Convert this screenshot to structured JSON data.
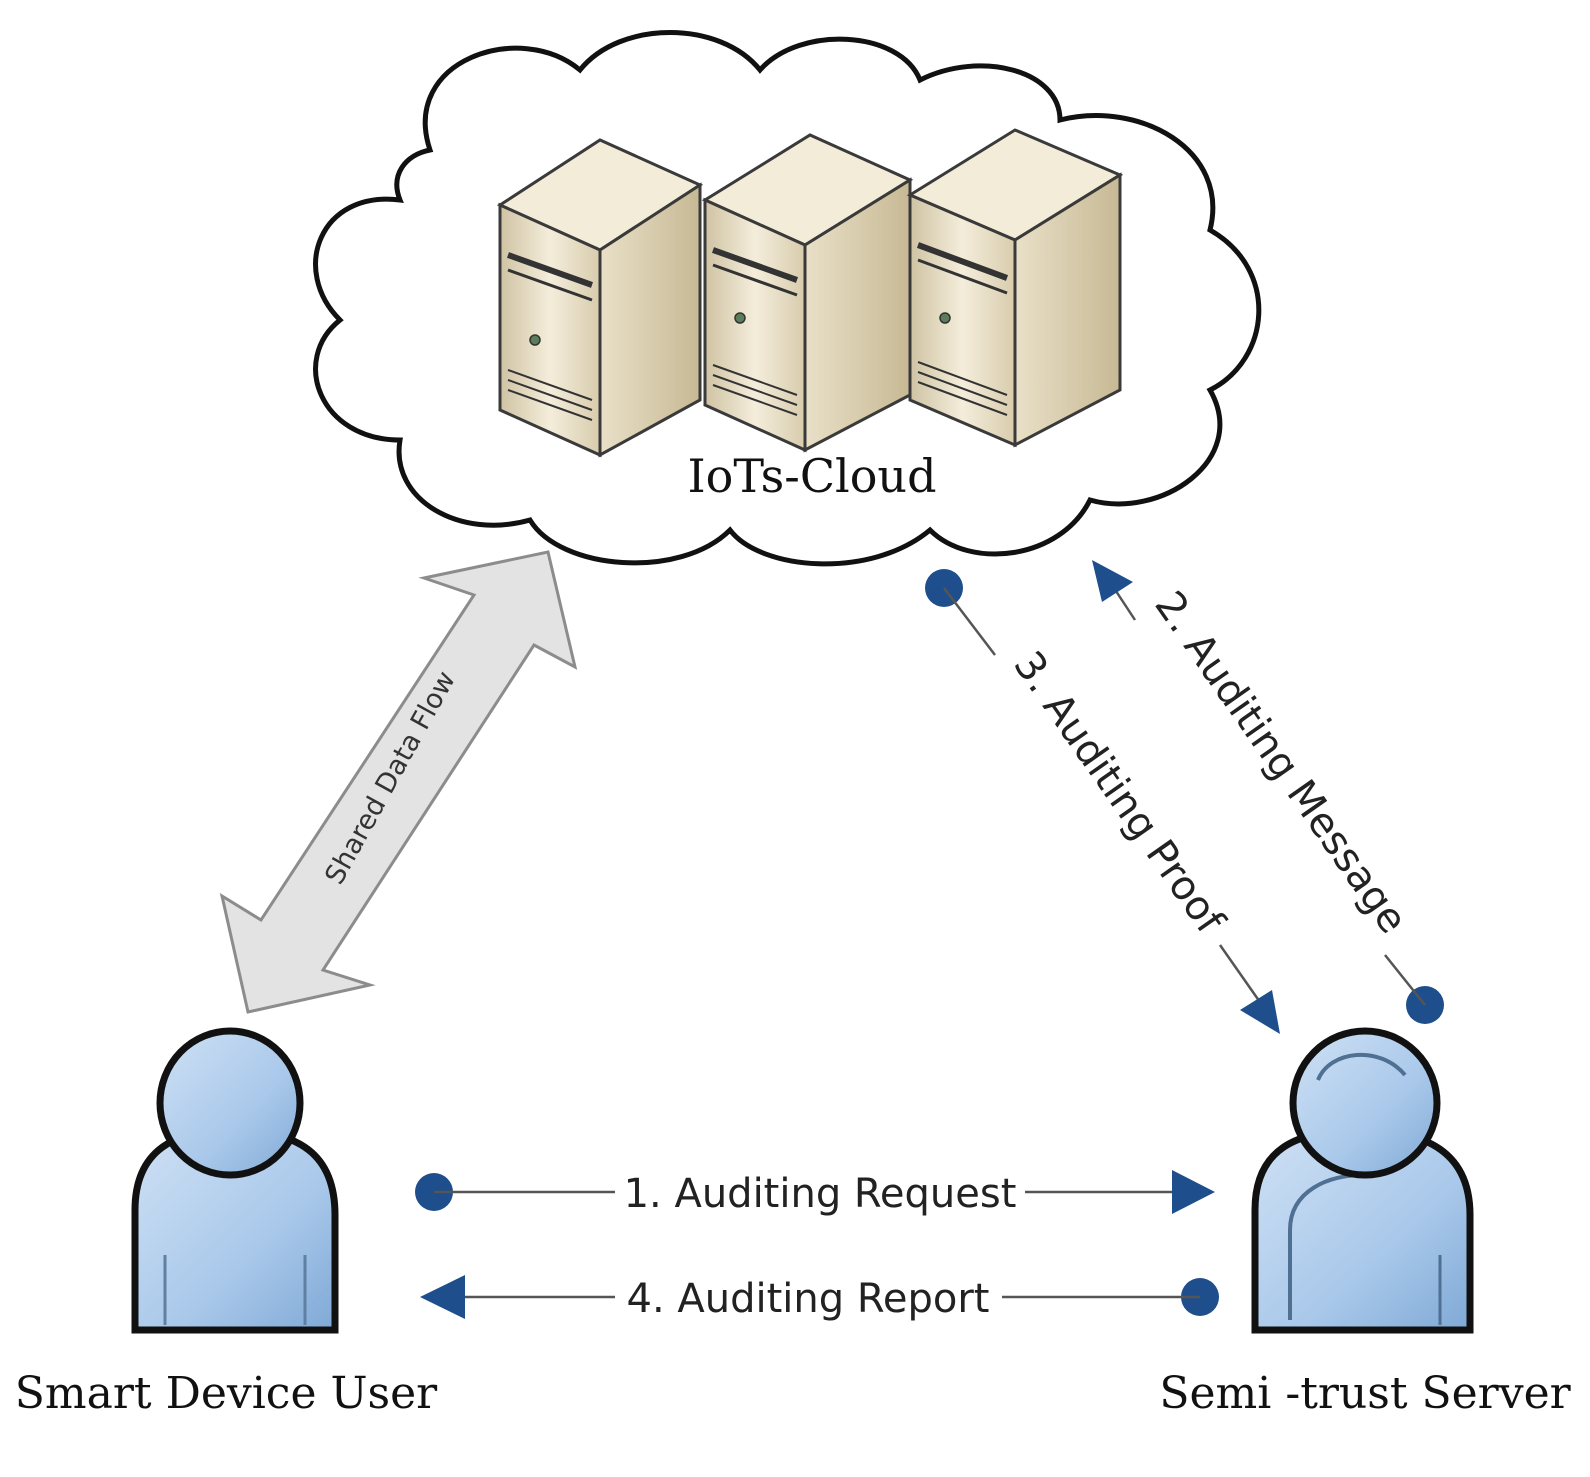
{
  "nodes": {
    "cloud_label": "IoTs-Cloud",
    "user_label": "Smart Device User",
    "server_label": "Semi -trust Server"
  },
  "flows": {
    "shared_data": "Shared Data Flow",
    "step1": "1. Auditing Request",
    "step2": "2. Auditing Message",
    "step3": "3. Auditing Proof",
    "step4": "4. Auditing Report"
  },
  "colors": {
    "arrow": "#1f4e8c",
    "person_fill": "#a9c8ea",
    "person_stroke": "#1a1a1a",
    "server_fill": "#e7dcbf",
    "shared_arrow_fill": "#e3e3e3"
  }
}
